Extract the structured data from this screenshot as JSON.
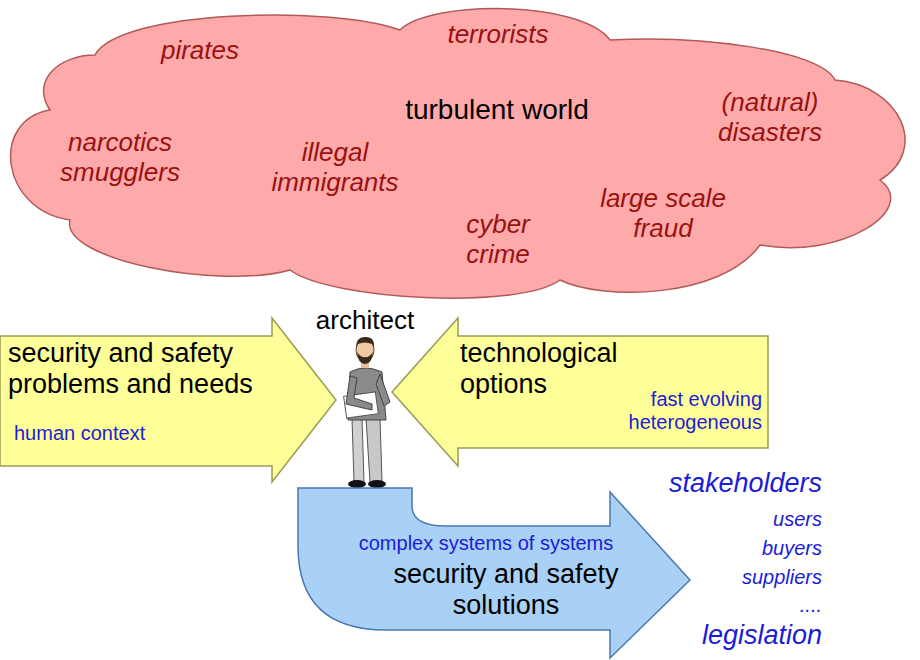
{
  "diagram": {
    "nodes": [
      {
        "text": [
          "pirates",
          "terrorists",
          "turbulent world",
          "(natural) disasters",
          "narcotics smugglers",
          "illegal immigrants",
          "cyber crime",
          "large scale fraud"
        ]
      },
      {
        "text": [
          "security and safety problems and needs",
          "human context"
        ]
      },
      {
        "text": [
          "technological options",
          "fast evolving heterogeneous"
        ]
      },
      {
        "text": [
          "complex systems of systems",
          "security and safety solutions"
        ]
      }
    ],
    "labels": [
      "architect",
      "stakeholders",
      "users",
      "buyers",
      "suppliers",
      "....",
      "legislation"
    ]
  }
}
